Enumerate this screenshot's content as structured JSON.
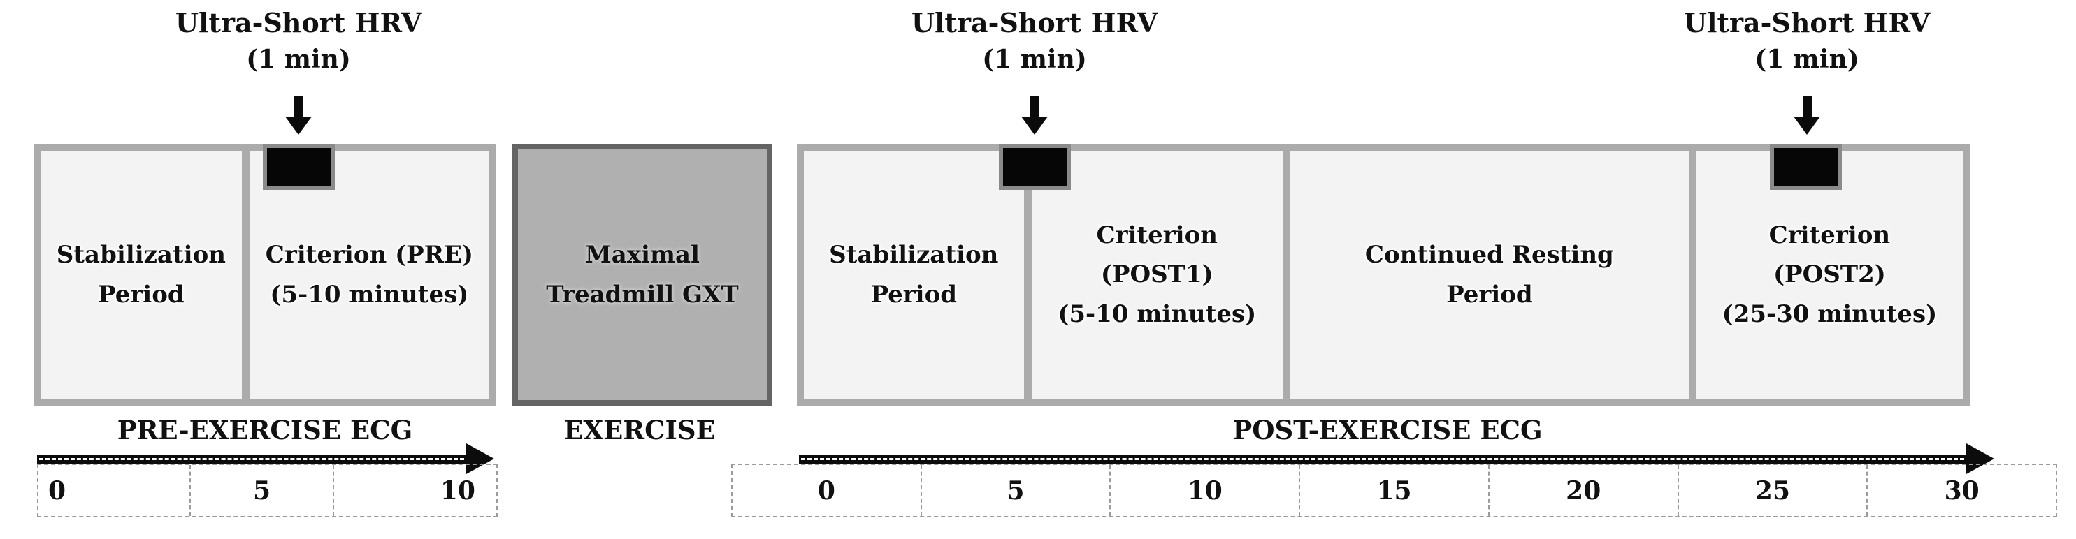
{
  "annotations": [
    {
      "title": "Ultra-Short HRV",
      "duration": "(1 min)"
    },
    {
      "title": "Ultra-Short HRV",
      "duration": "(1 min)"
    },
    {
      "title": "Ultra-Short HRV",
      "duration": "(1 min)"
    }
  ],
  "pre": {
    "section_label": "PRE-EXERCISE ECG",
    "cells": {
      "stabilization": {
        "line1": "Stabilization",
        "line2": "Period"
      },
      "criterion": {
        "line1": "Criterion (PRE)",
        "line2": "(5-10 minutes)"
      }
    },
    "timeline": {
      "ticks": [
        "0",
        "5",
        "10"
      ]
    }
  },
  "exercise": {
    "section_label": "EXERCISE",
    "box": {
      "line1": "Maximal",
      "line2": "Treadmill GXT"
    }
  },
  "post": {
    "section_label": "POST-EXERCISE ECG",
    "cells": {
      "stabilization": {
        "line1": "Stabilization",
        "line2": "Period"
      },
      "criterion1": {
        "line1": "Criterion",
        "line2": "(POST1)",
        "line3": "(5-10 minutes)"
      },
      "resting": {
        "line1": "Continued Resting",
        "line2": "Period"
      },
      "criterion2": {
        "line1": "Criterion",
        "line2": "(POST2)",
        "line3": "(25-30 minutes)"
      }
    },
    "timeline": {
      "ticks": [
        "0",
        "5",
        "10",
        "15",
        "20",
        "25",
        "30"
      ]
    }
  },
  "colors": {
    "frame_gray": "#ababab",
    "cell_fill": "#f3f3f3",
    "gxt_fill": "#b0b0b0",
    "gxt_border": "#646464",
    "hrv_marker_fill": "#060606",
    "hrv_marker_border": "#8a8a8a",
    "arrow_black": "#0c0c0c",
    "dashed_gray": "#9b9b9b",
    "text": "#111111"
  }
}
